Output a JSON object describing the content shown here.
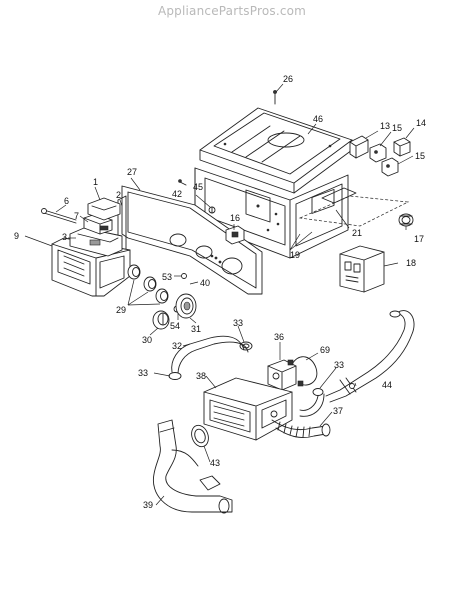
{
  "watermark": "AppliancePartsPros.com",
  "callouts": {
    "c1": "1",
    "c2": "2",
    "c3": "3",
    "c6": "6",
    "c7": "7",
    "c9": "9",
    "c13": "13",
    "c14": "14",
    "c15a": "15",
    "c15b": "15",
    "c16": "16",
    "c17": "17",
    "c18": "18",
    "c19": "19",
    "c21": "21",
    "c26": "26",
    "c27": "27",
    "c29": "29",
    "c30": "30",
    "c31": "31",
    "c32": "32",
    "c33a": "33",
    "c33b": "33",
    "c33c": "33",
    "c36": "36",
    "c37": "37",
    "c38": "38",
    "c39": "39",
    "c40": "40",
    "c42": "42",
    "c43": "43",
    "c44": "44",
    "c45": "45",
    "c46": "46",
    "c53": "53",
    "c54": "54",
    "c69": "69"
  }
}
